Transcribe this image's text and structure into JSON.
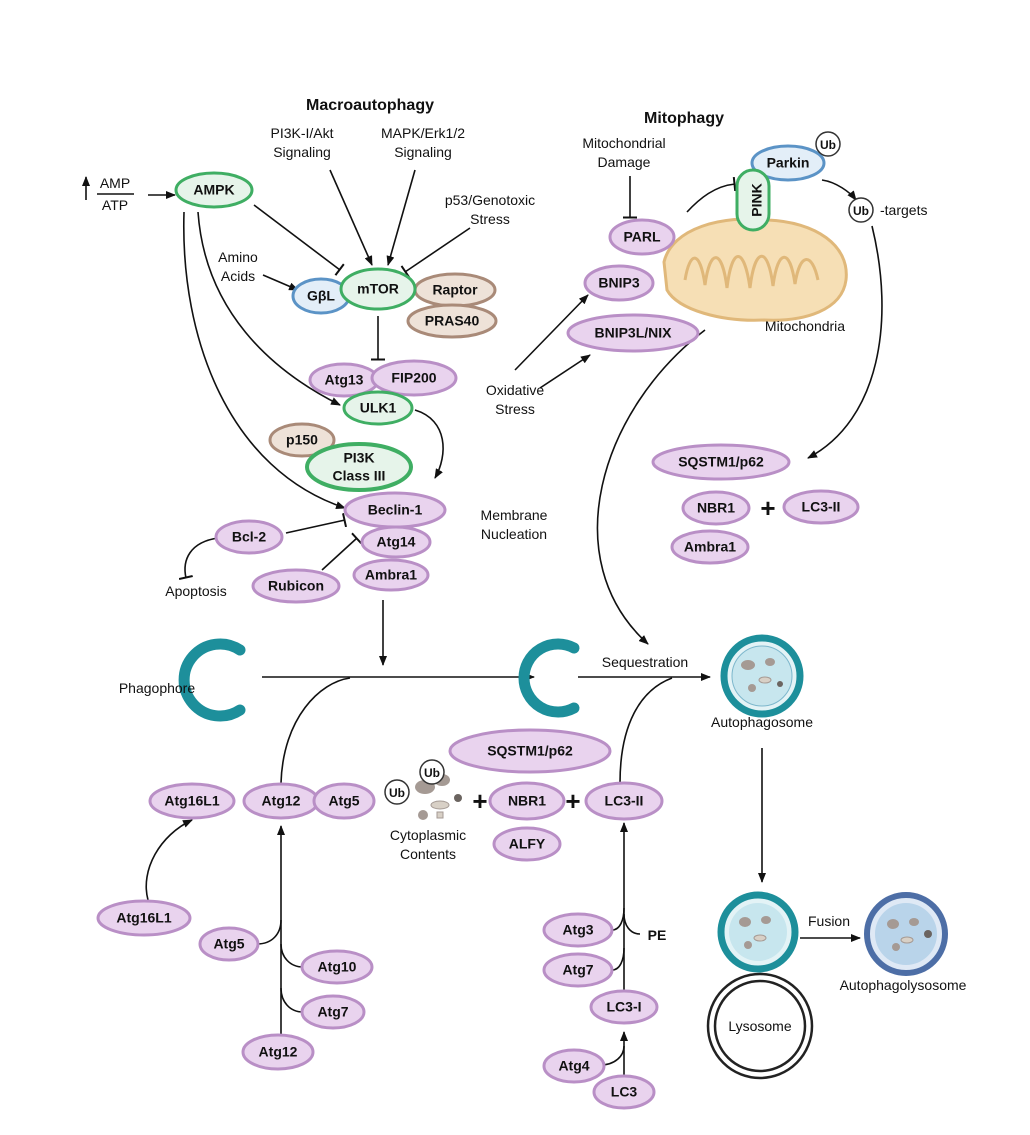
{
  "colors": {
    "purple_fill": "#e9d3ee",
    "purple_stroke": "#b98fc6",
    "green_fill": "#e6f4ea",
    "green_stroke": "#3fae63",
    "blue_fill": "#e3eef8",
    "blue_stroke": "#5b93c6",
    "brown_fill": "#eee2d8",
    "brown_stroke": "#a98a78",
    "teal": "#1d8f9b",
    "mito_fill": "#f6dfb5",
    "mito_stroke": "#e0b87a"
  },
  "titles": {
    "macroautophagy": "Macroautophagy",
    "mitophagy": "Mitophagy"
  },
  "labels": {
    "pi3k_akt_1": "PI3K-I/Akt",
    "pi3k_akt_2": "Signaling",
    "mapk_1": "MAPK/Erk1/2",
    "mapk_2": "Signaling",
    "p53_1": "p53/Genotoxic",
    "p53_2": "Stress",
    "amp": "AMP",
    "atp": "ATP",
    "amino_1": "Amino",
    "amino_2": "Acids",
    "membrane_1": "Membrane",
    "membrane_2": "Nucleation",
    "apoptosis": "Apoptosis",
    "mito_damage_1": "Mitochondrial",
    "mito_damage_2": "Damage",
    "oxidative_1": "Oxidative",
    "oxidative_2": "Stress",
    "mitochondria": "Mitochondria",
    "ub_targets": "-targets",
    "phagophore": "Phagophore",
    "sequestration": "Sequestration",
    "autophagosome": "Autophagosome",
    "cytoplasmic_1": "Cytoplasmic",
    "cytoplasmic_2": "Contents",
    "pe": "PE",
    "fusion": "Fusion",
    "autophagolysosome": "Autophagolysosome",
    "lysosome": "Lysosome",
    "ub": "Ub"
  },
  "nodes": {
    "ampk": "AMPK",
    "mtor": "mTOR",
    "gbl": "GβL",
    "raptor": "Raptor",
    "pras40": "PRAS40",
    "atg13": "Atg13",
    "fip200": "FIP200",
    "ulk1": "ULK1",
    "p150": "p150",
    "pi3k_1": "PI3K",
    "pi3k_2": "Class III",
    "beclin1": "Beclin-1",
    "atg14": "Atg14",
    "ambra1_top": "Ambra1",
    "bcl2": "Bcl-2",
    "rubicon": "Rubicon",
    "parl": "PARL",
    "bnip3": "BNIP3",
    "bnip3l": "BNIP3L/NIX",
    "pink": "PINK",
    "parkin": "Parkin",
    "sqstm1_right": "SQSTM1/p62",
    "nbr1_right": "NBR1",
    "lc3ii_right": "LC3-II",
    "ambra1_right": "Ambra1",
    "sqstm1_mid": "SQSTM1/p62",
    "nbr1_mid": "NBR1",
    "lc3ii_mid": "LC3-II",
    "alfy": "ALFY",
    "atg16l1_row": "Atg16L1",
    "atg12_row": "Atg12",
    "atg5_row": "Atg5",
    "atg16l1_low": "Atg16L1",
    "atg5_low": "Atg5",
    "atg10": "Atg10",
    "atg7_left": "Atg7",
    "atg12_low": "Atg12",
    "atg3": "Atg3",
    "atg7_right": "Atg7",
    "lc3i": "LC3-I",
    "atg4": "Atg4",
    "lc3": "LC3"
  }
}
